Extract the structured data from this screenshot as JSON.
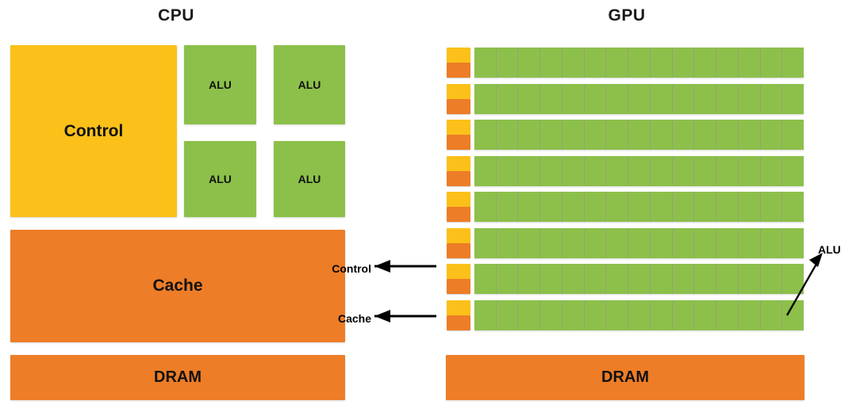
{
  "colors": {
    "control_yellow": "#FBC11A",
    "cache_orange": "#ED7D27",
    "alu_green": "#8CC04A",
    "background": "#FFFFFF",
    "text": "#111111"
  },
  "cpu": {
    "title": "CPU",
    "control_label": "Control",
    "alu_labels": [
      "ALU",
      "ALU",
      "ALU",
      "ALU"
    ],
    "cache_label": "Cache",
    "dram_label": "DRAM"
  },
  "gpu": {
    "title": "GPU",
    "row_count": 8,
    "cells_per_row": 15,
    "control_callout": "Control",
    "cache_callout": "Cache",
    "alu_callout": "ALU",
    "dram_label": "DRAM"
  }
}
